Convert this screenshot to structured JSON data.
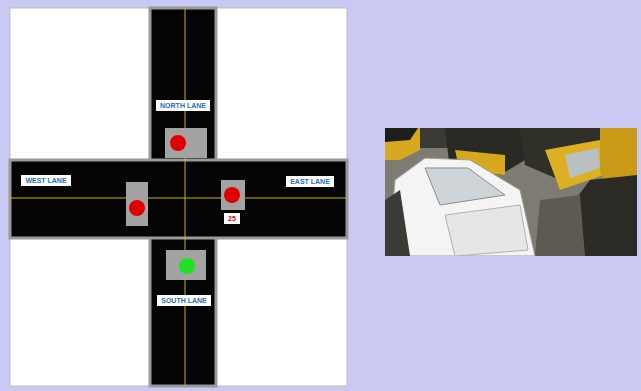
{
  "diagram": {
    "nodes": [
      {
        "text": [
          "NORTH LANE"
        ]
      },
      {
        "text": [
          "WEST LANE"
        ]
      },
      {
        "text": [
          "EAST LANE"
        ]
      },
      {
        "text": [
          "25"
        ]
      },
      {
        "text": [
          "SOUTH LANE"
        ]
      }
    ]
  }
}
